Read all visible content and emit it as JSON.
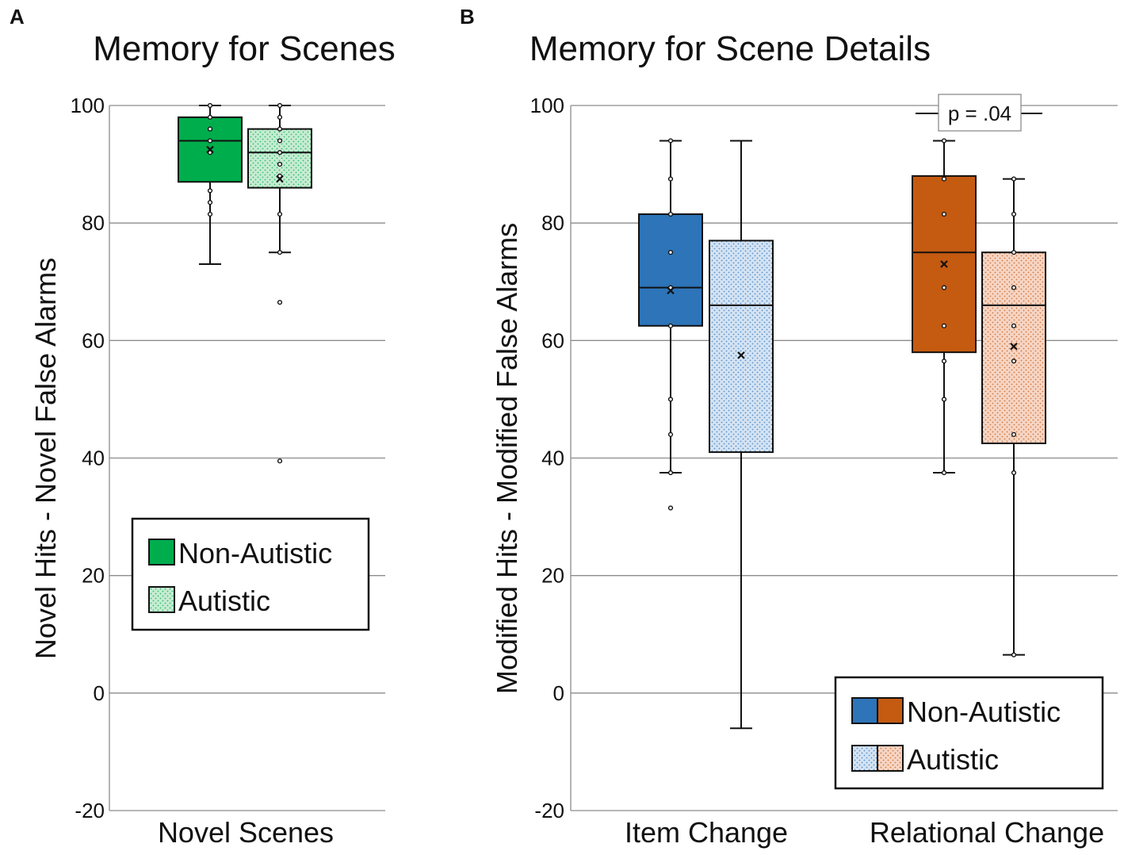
{
  "colors": {
    "green": "#00ad4c",
    "green_light": "#c6ecd2",
    "blue": "#2d74b8",
    "blue_light": "#d4e3f3",
    "orange": "#c55a11",
    "orange_light": "#f6d5c4",
    "grid": "#8c8c8c",
    "axis": "#8c8c8c",
    "ink": "#111111"
  },
  "chart_data": [
    {
      "panel_label": "A",
      "type": "box",
      "title": "Memory for Scenes",
      "ylabel": "Novel Hits - Novel False Alarms",
      "xlabel": "",
      "ylim": [
        -20,
        100
      ],
      "yticks": [
        -20,
        0,
        20,
        40,
        60,
        80,
        100
      ],
      "grid": true,
      "categories": [
        "Novel Scenes"
      ],
      "legend": {
        "placement": "lower-center",
        "entries": [
          {
            "label": "Non-Autistic",
            "swatches": [
              "green"
            ],
            "pattern": false
          },
          {
            "label": "Autistic",
            "swatches": [
              "green_light"
            ],
            "pattern": true
          }
        ]
      },
      "boxes": [
        {
          "category": "Novel Scenes",
          "group": "Non-Autistic",
          "color": "green",
          "pattern": false,
          "whisker_low": 73,
          "q1": 87,
          "median": 94,
          "q3": 98,
          "whisker_high": 100,
          "mean": 92.5,
          "points": [
            100,
            98,
            96,
            94,
            92,
            85.5,
            83.5,
            81.5
          ],
          "outliers": []
        },
        {
          "category": "Novel Scenes",
          "group": "Autistic",
          "color": "green_light",
          "pattern": true,
          "whisker_low": 75,
          "q1": 86,
          "median": 92,
          "q3": 96,
          "whisker_high": 100,
          "mean": 87.5,
          "points": [
            100,
            98,
            96,
            94,
            92,
            90,
            88,
            81.5,
            75
          ],
          "outliers": [
            66.5,
            39.5
          ]
        }
      ],
      "annotations": []
    },
    {
      "panel_label": "B",
      "type": "box",
      "title": "Memory for Scene Details",
      "ylabel": "Modified Hits - Modified False Alarms",
      "xlabel": "",
      "ylim": [
        -20,
        100
      ],
      "yticks": [
        -20,
        0,
        20,
        40,
        60,
        80,
        100
      ],
      "grid": true,
      "categories": [
        "Item Change",
        "Relational Change"
      ],
      "legend": {
        "placement": "bottom-right",
        "entries": [
          {
            "label": "Non-Autistic",
            "swatches": [
              "blue",
              "orange"
            ],
            "pattern": false
          },
          {
            "label": "Autistic",
            "swatches": [
              "blue_light",
              "orange_light"
            ],
            "pattern": true
          }
        ]
      },
      "boxes": [
        {
          "category": "Item Change",
          "group": "Non-Autistic",
          "color": "blue",
          "pattern": false,
          "whisker_low": 37.5,
          "q1": 62.5,
          "median": 69,
          "q3": 81.5,
          "whisker_high": 94,
          "mean": 68.5,
          "points": [
            94,
            87.5,
            81.5,
            75,
            69,
            62.5,
            50,
            44,
            37.5
          ],
          "outliers": [
            31.5
          ]
        },
        {
          "category": "Item Change",
          "group": "Autistic",
          "color": "blue_light",
          "pattern": true,
          "whisker_low": -6,
          "q1": 41,
          "median": 66,
          "q3": 77,
          "whisker_high": 94,
          "mean": 57.5,
          "points": [],
          "outliers": []
        },
        {
          "category": "Relational Change",
          "group": "Non-Autistic",
          "color": "orange",
          "pattern": false,
          "whisker_low": 37.5,
          "q1": 58,
          "median": 75,
          "q3": 88,
          "whisker_high": 94,
          "mean": 73,
          "points": [
            94,
            87.5,
            81.5,
            69,
            62.5,
            56.5,
            50,
            37.5
          ],
          "outliers": []
        },
        {
          "category": "Relational Change",
          "group": "Autistic",
          "color": "orange_light",
          "pattern": true,
          "whisker_low": 6.5,
          "q1": 42.5,
          "median": 66,
          "q3": 75,
          "whisker_high": 87.5,
          "mean": 59,
          "points": [
            87.5,
            81.5,
            75,
            69,
            62.5,
            56.5,
            44,
            37.5,
            6.5
          ],
          "outliers": []
        }
      ],
      "annotations": [
        {
          "text": "p = .04",
          "category": "Relational Change",
          "y": 100
        }
      ]
    }
  ]
}
